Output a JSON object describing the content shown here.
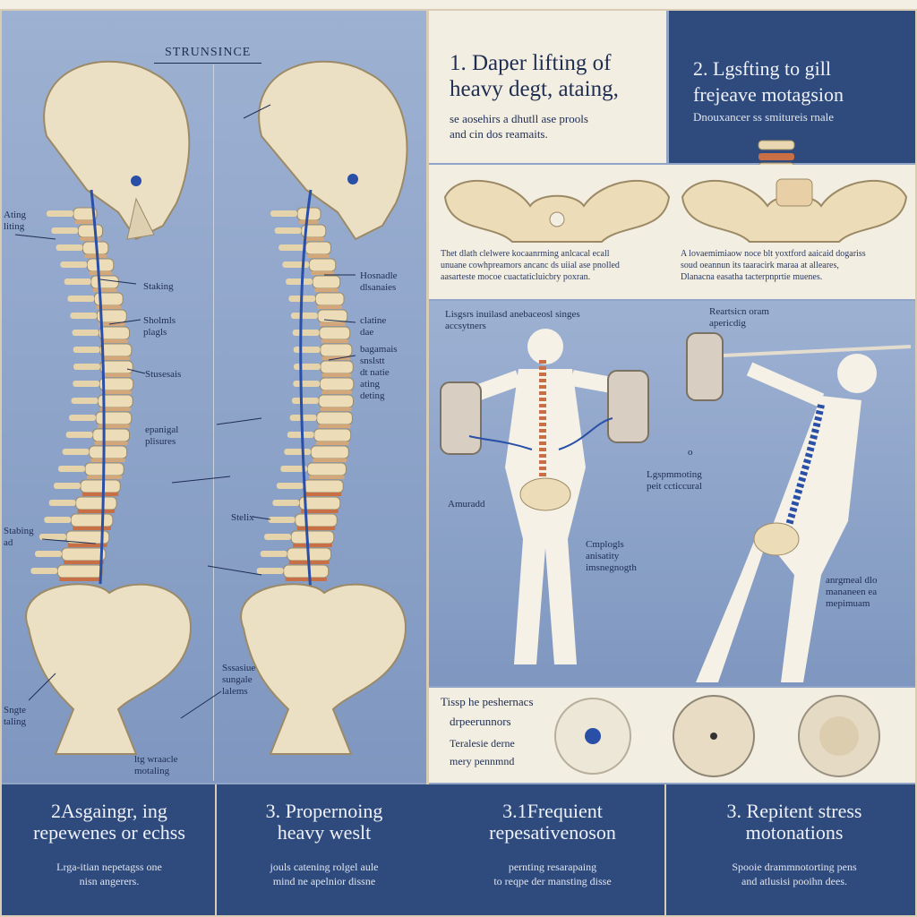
{
  "left_panel": {
    "heading": "STRUNSINCE",
    "labels_left": [
      "Ating\nliting",
      "Stabing\nad",
      "Sngte\ntaling"
    ],
    "labels_mid": [
      "Staking",
      "Sholmls\nplagls",
      "Stusesais",
      "epanigal\nplisures",
      "Stelix"
    ],
    "labels_mid_low": [
      "Sssasiue\nsungale\nlalems",
      "ltg wraacle\nmotaling"
    ],
    "labels_right": [
      "Hosnadle\ndlsanaies",
      "clatine\ndae",
      "bagamais\nsnslstt\ndt natie\nating\ndeting"
    ]
  },
  "top_right": {
    "item1_title": "1. Daper lifting of\nheavy degt, ataing,",
    "item1_sub": "se aosehirs a dhutll ase prools\nand cin dos reamaits.",
    "item2_title": "2. Lgsfting to gill\nfrejeave motagsion",
    "item2_sub": "Dnouxancer ss smitureis rnale"
  },
  "pelvis_row": {
    "caption_left": "Thet dlath clelwere kocaanrming anlcacal ecall\nunuane cowhpreamors ancanc ds uiial ase pnolled\naasarteste mocoe cuactaticluicbry poxran.",
    "caption_right": "A lovaemimiaow noce blt yoxtford aaicaid dogariss\nsoud oeannun its taaracirk maraa at alleares,\nDlanacna easatha tacterpnprtie muenes."
  },
  "lifting_panel": {
    "label_top": "Lisgsrs inuilasd anebaceosl singes\naccsytners",
    "label_right_top": "Reartsicn oram\napericdig",
    "label_left": "Amuradd",
    "label_mid": "Cmplogls\nanisatity\nimsnegnogth",
    "label_right_mid": "Lgspmmoting\npeit ccticcural",
    "label_right_low": "anrgmeal dlo\nmananeen ea\nmepimuam",
    "label_small": "o"
  },
  "disc_panel": {
    "line1": "Tissp he peshernacs",
    "line2": "drpeerunnors",
    "line3": "Teralesie derne",
    "line4": "mery pennmnd"
  },
  "footer": [
    {
      "title": "2Asgaingr, ing\nrepewenes or echss",
      "sub": "Lrga-itian nepetagss one\nnisn angerers."
    },
    {
      "title": "3. Propernoing\nheavy weslt",
      "sub": "jouls catening rolgel aule\nmind ne apelnior dissne"
    },
    {
      "title": "3.1Frequient\nrepesativenoson",
      "sub": "pernting resarapaing\nto reqpe der mansting disse"
    },
    {
      "title": "3. Repitent stress\nmotonations",
      "sub": "Spooie drammnotorting pens\nand atlusisi pooihn dees."
    }
  ],
  "colors": {
    "navy": "#2f4b7e",
    "bone": "#e9d9b6",
    "nerve": "#2a4fa6",
    "disc": "#c96f45",
    "cream": "#f3eee2"
  }
}
